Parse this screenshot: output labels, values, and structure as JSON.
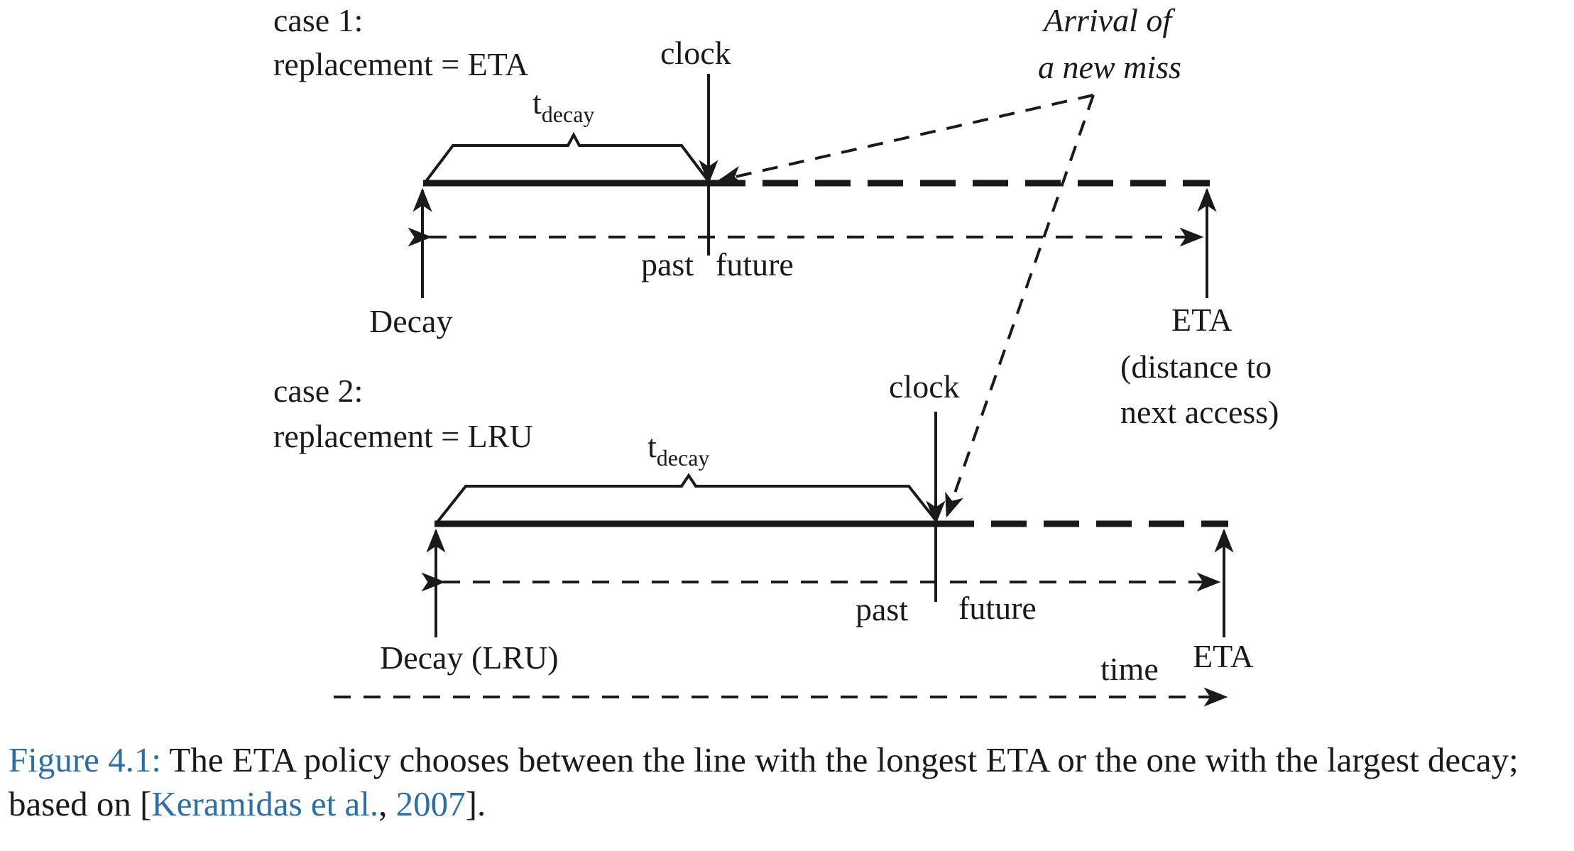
{
  "diagram": {
    "case1": {
      "heading": "case 1:",
      "replacement": "replacement = ETA",
      "t_main": "t",
      "t_sub": "decay",
      "clock": "clock",
      "past": "past",
      "future": "future",
      "decay": "Decay",
      "eta": "ETA",
      "eta_note_line1": "(distance to",
      "eta_note_line2": "next access)"
    },
    "case2": {
      "heading": "case 2:",
      "replacement": "replacement = LRU",
      "t_main": "t",
      "t_sub": "decay",
      "clock": "clock",
      "past": "past",
      "future": "future",
      "decay": "Decay (LRU)",
      "eta": "ETA"
    },
    "arrival_line1": "Arrival of",
    "arrival_line2": "a new miss",
    "time": "time"
  },
  "caption": {
    "label": "Figure 4.1:",
    "text_before_ref": " The ETA policy chooses between the line with the longest ETA or the one with the largest decay; based on [",
    "ref_author": "Keramidas et al.",
    "ref_sep": ", ",
    "ref_year": "2007",
    "text_after_ref": "]."
  },
  "colors": {
    "ink": "#1a1a1a",
    "link": "#2a6fa8"
  }
}
